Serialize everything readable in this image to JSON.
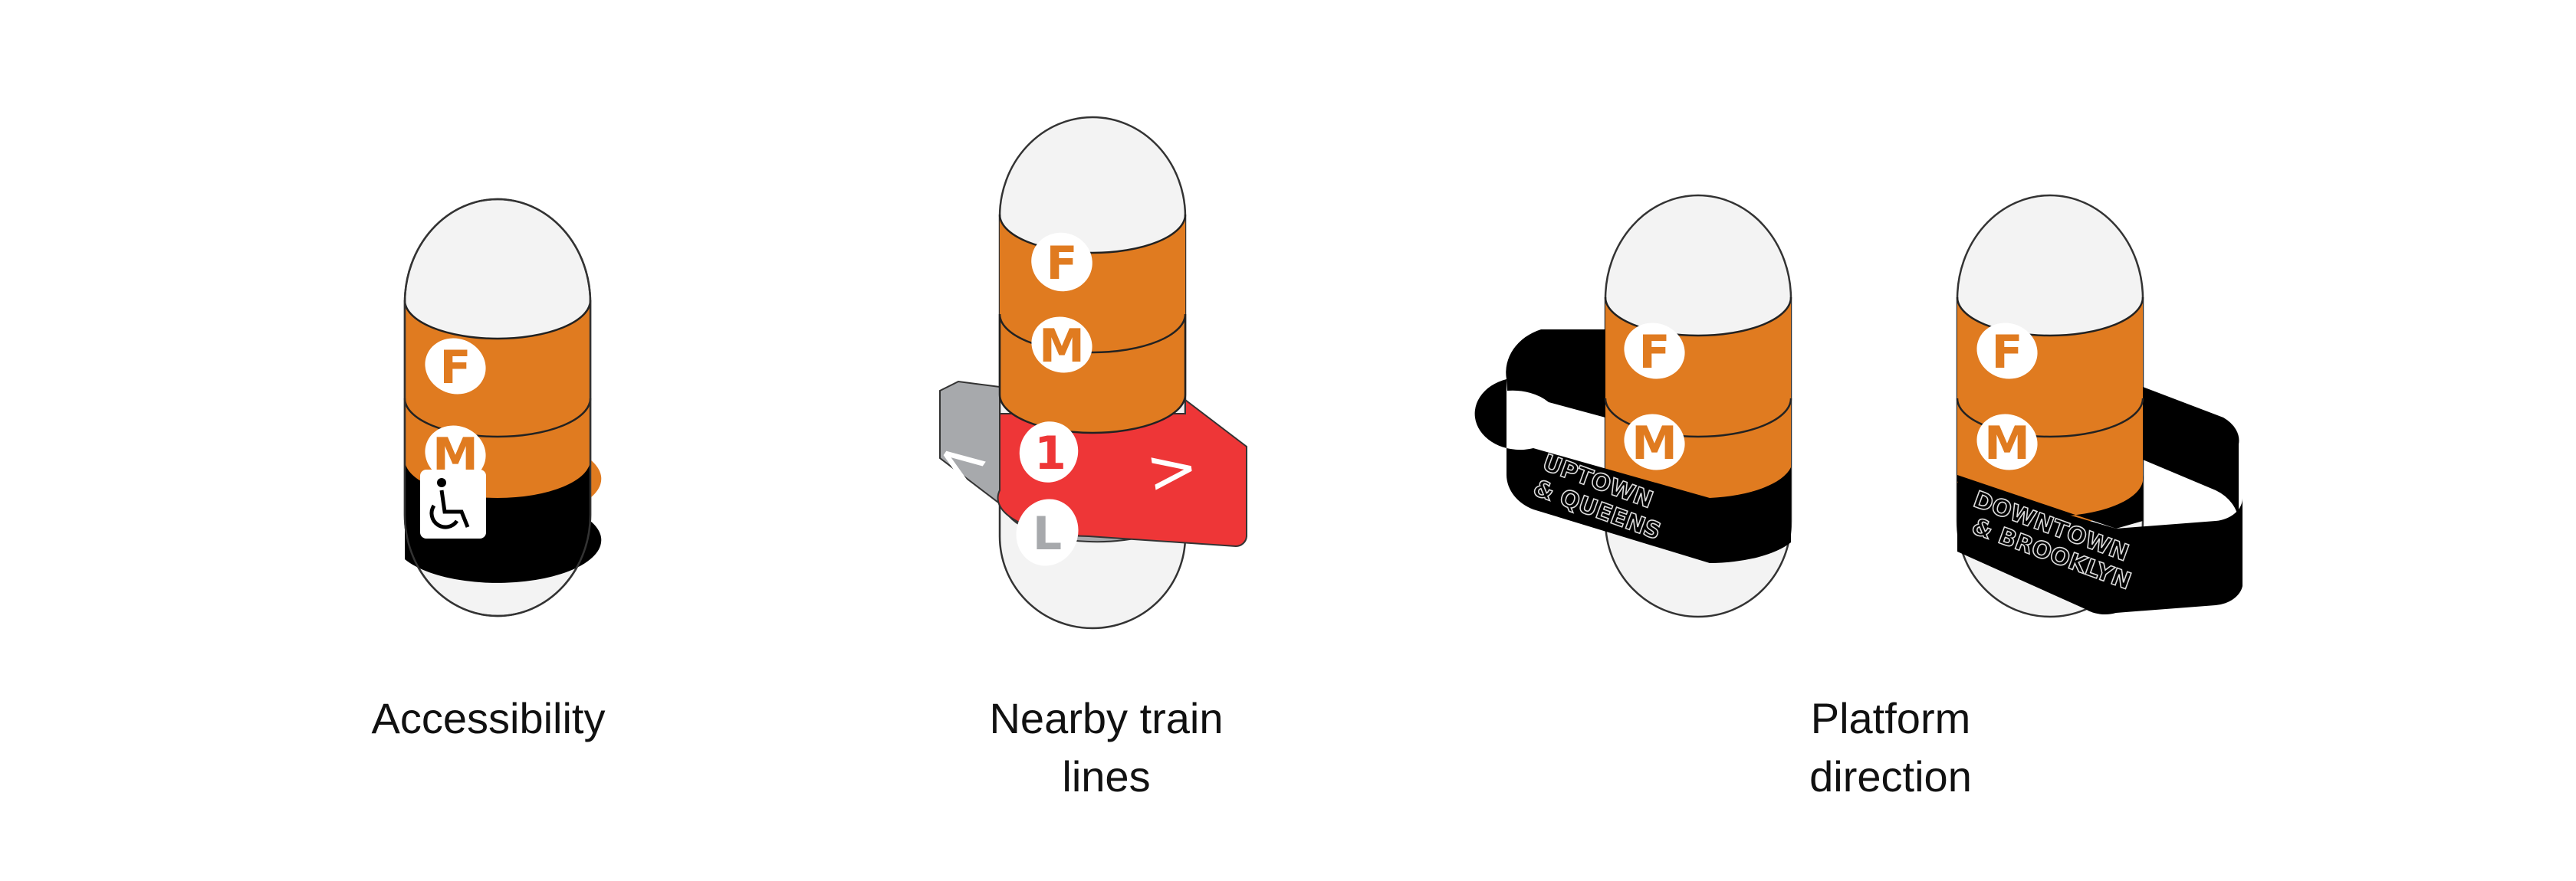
{
  "colors": {
    "orange": "#e07b20",
    "red": "#ee3637",
    "gray": "#a7a9ac",
    "black": "#000000",
    "cap": "#f3f3f3"
  },
  "pillars": [
    {
      "name": "accessibility-pillar",
      "bullets": [
        "F",
        "M"
      ],
      "accessibility_icon": "wheelchair-icon"
    },
    {
      "name": "nearby-lines-pillar",
      "bullets": [
        "F",
        "M"
      ],
      "nearby": [
        {
          "line": "1",
          "arrow": ">"
        },
        {
          "line": "L",
          "arrow": "<"
        }
      ]
    },
    {
      "name": "uptown-pillar",
      "bullets": [
        "F",
        "M"
      ],
      "direction_lines": [
        "UPTOWN",
        "& QUEENS"
      ]
    },
    {
      "name": "downtown-pillar",
      "bullets": [
        "F",
        "M"
      ],
      "direction_lines": [
        "DOWNTOWN",
        "& BROOKLYN"
      ]
    }
  ],
  "labels": {
    "accessibility": "Accessibility",
    "nearby_line1": "Nearby train",
    "nearby_line2": "lines",
    "platform_line1": "Platform",
    "platform_line2": "direction"
  }
}
